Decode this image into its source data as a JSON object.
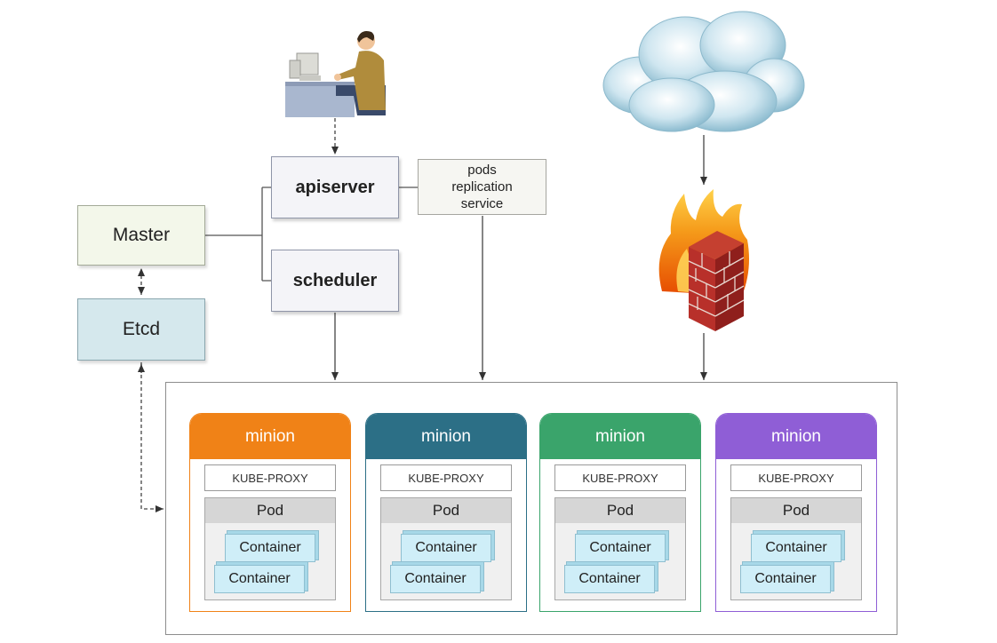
{
  "control_plane": {
    "master_label": "Master",
    "etcd_label": "Etcd",
    "apiserver_label": "apiserver",
    "scheduler_label": "scheduler",
    "pods_box_lines": [
      "pods",
      "replication",
      "service"
    ]
  },
  "minion_nodes": [
    {
      "title": "minion",
      "color": "#f08217",
      "proxy": "KUBE-PROXY",
      "pod": "Pod",
      "containers": [
        "Container",
        "Container"
      ]
    },
    {
      "title": "minion",
      "color": "#2c6f86",
      "proxy": "KUBE-PROXY",
      "pod": "Pod",
      "containers": [
        "Container",
        "Container"
      ]
    },
    {
      "title": "minion",
      "color": "#3aa46b",
      "proxy": "KUBE-PROXY",
      "pod": "Pod",
      "containers": [
        "Container",
        "Container"
      ]
    },
    {
      "title": "minion",
      "color": "#8f5ed6",
      "proxy": "KUBE-PROXY",
      "pod": "Pod",
      "containers": [
        "Container",
        "Container"
      ]
    }
  ],
  "icons": {
    "user": "user-at-computer-icon",
    "internet": "cloud-icon",
    "firewall": "firewall-icon"
  }
}
